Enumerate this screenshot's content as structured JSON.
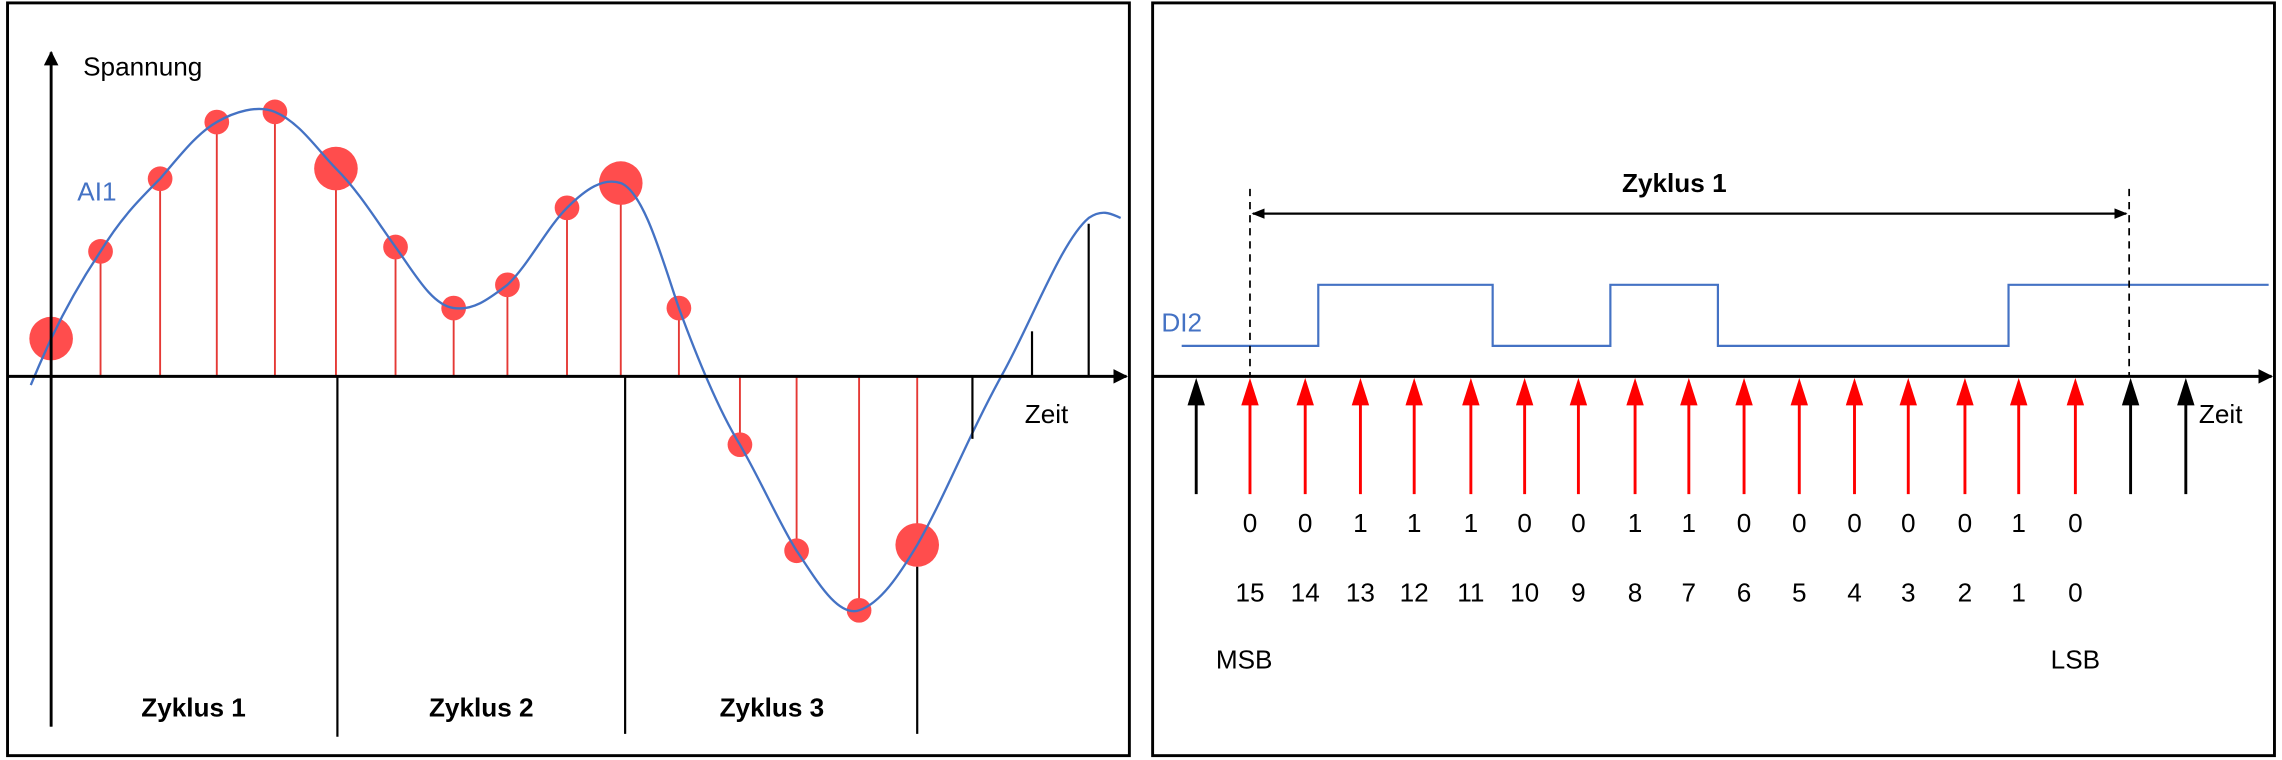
{
  "colors": {
    "signal": "#4472C4",
    "sample": "#FF4D4D",
    "stem": "#E53935",
    "arrow_red": "#FF0000",
    "axis": "#000000"
  },
  "left": {
    "y_label": "Spannung",
    "x_label": "Zeit",
    "signal_label": "AI1",
    "cycles": [
      "Zyklus 1",
      "Zyklus 2",
      "Zyklus 3"
    ]
  },
  "right": {
    "signal_label": "DI2",
    "cycle_label": "Zyklus 1",
    "x_label": "Zeit",
    "bits": [
      "0",
      "0",
      "1",
      "1",
      "1",
      "0",
      "0",
      "1",
      "1",
      "0",
      "0",
      "0",
      "0",
      "0",
      "1",
      "0"
    ],
    "indices": [
      "15",
      "14",
      "13",
      "12",
      "11",
      "10",
      "9",
      "8",
      "7",
      "6",
      "5",
      "4",
      "3",
      "2",
      "1",
      "0"
    ],
    "msb_label": "MSB",
    "lsb_label": "LSB"
  }
}
